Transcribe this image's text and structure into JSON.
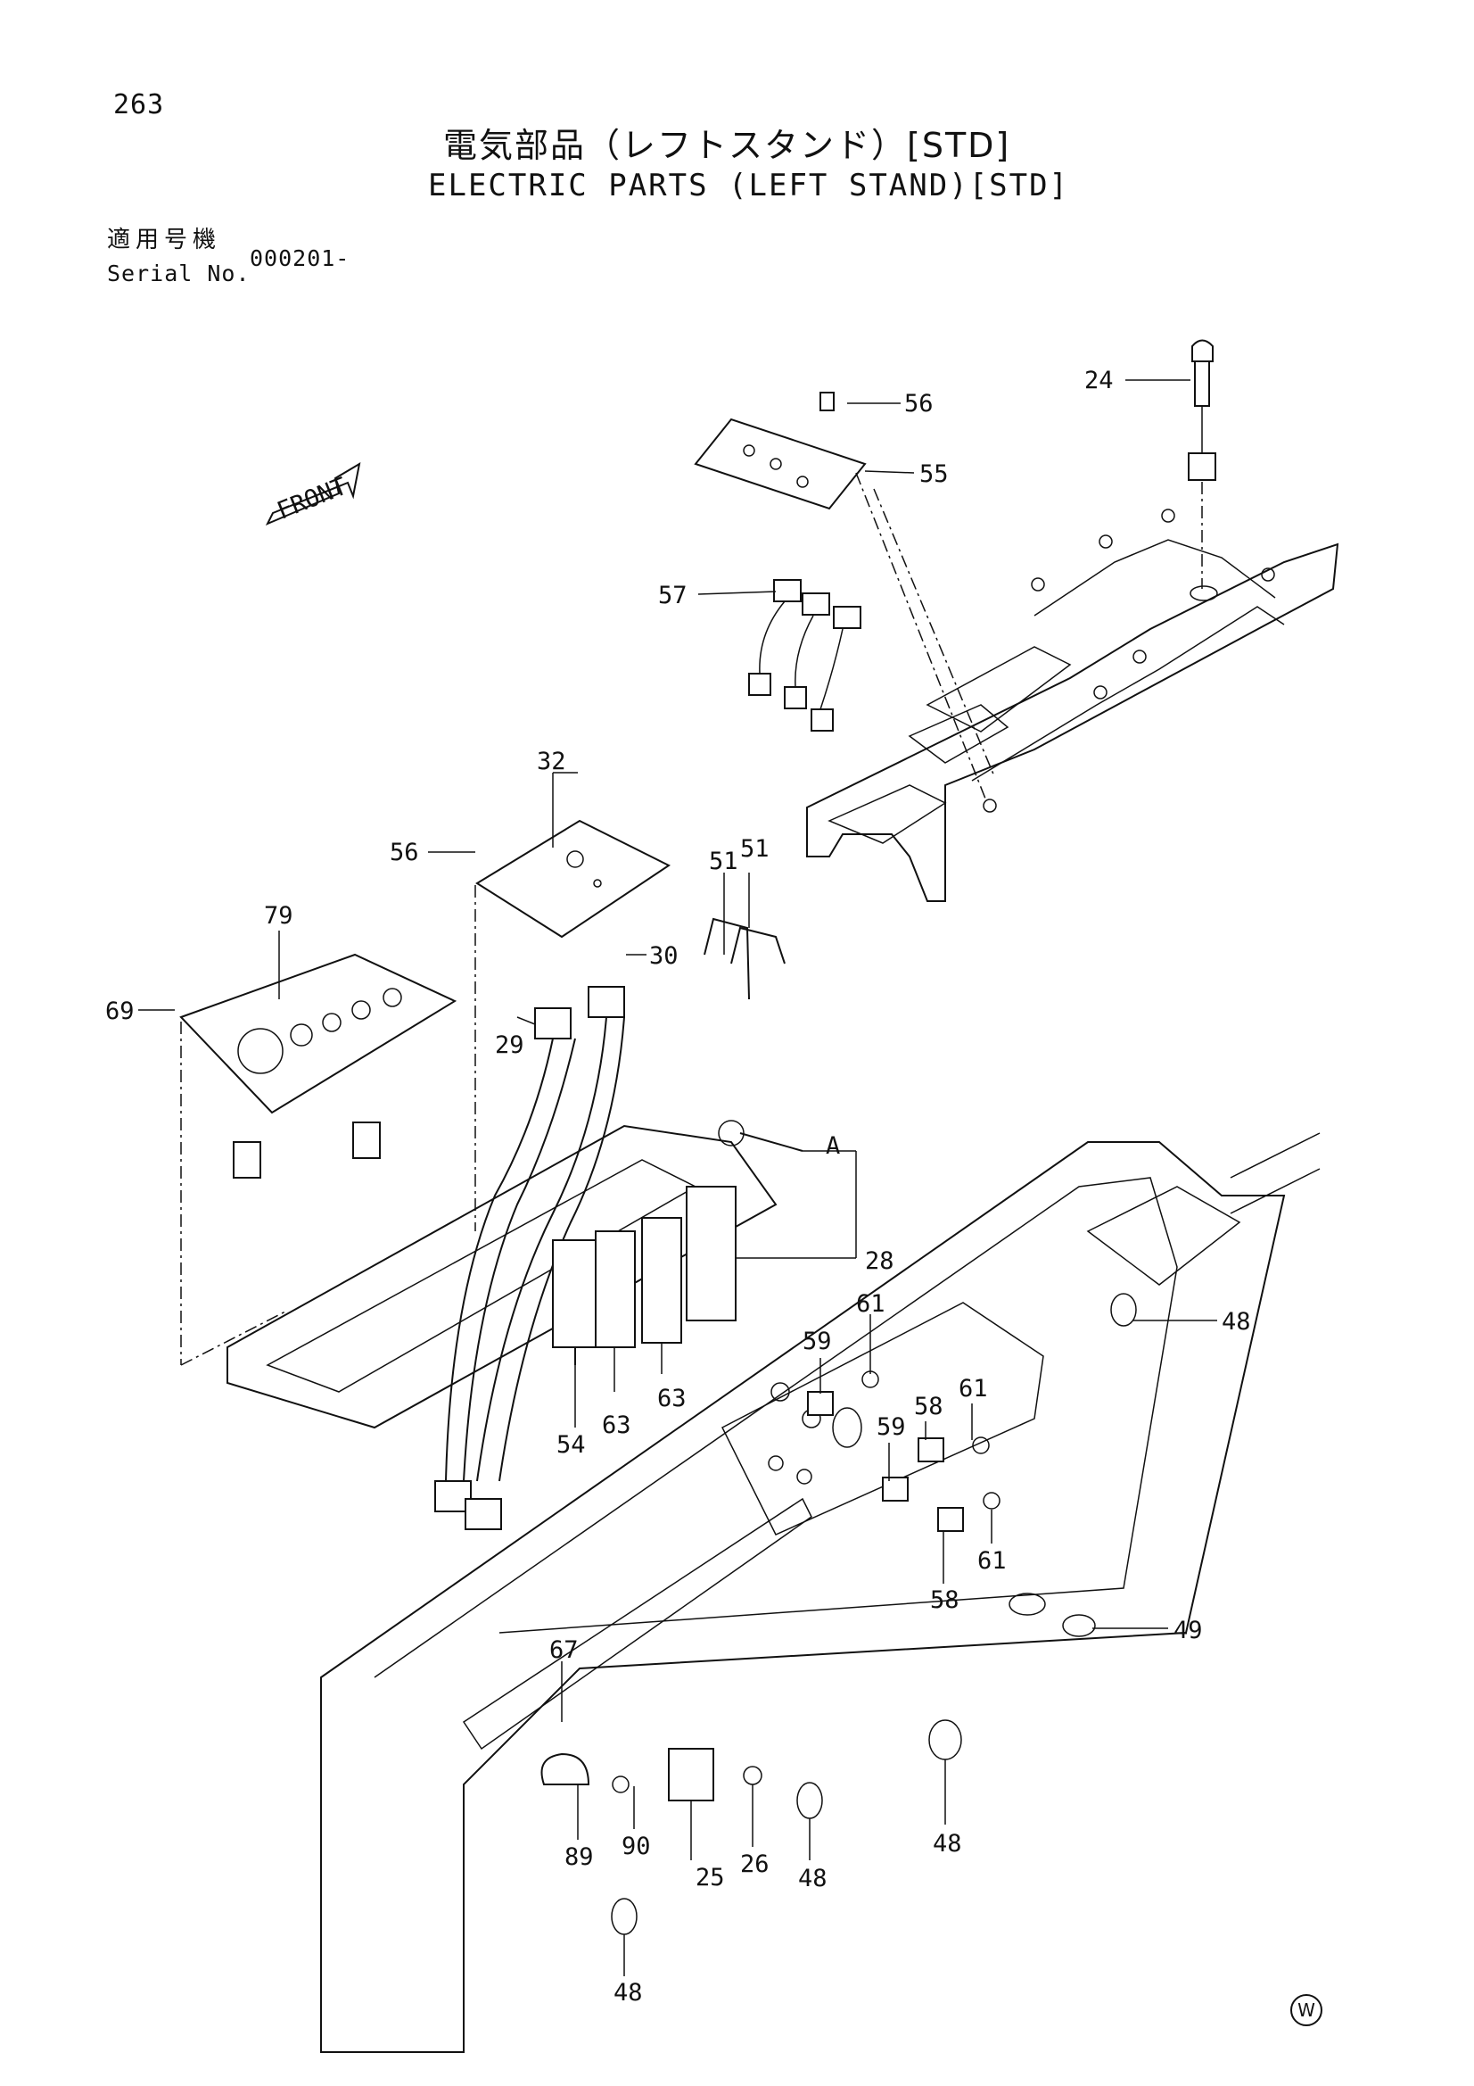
{
  "page_number": "263",
  "title_ja": "電気部品（レフトスタンド）[STD]",
  "title_en": "ELECTRIC PARTS (LEFT STAND)[STD]",
  "serial": {
    "label_ja": "適用号機",
    "label_en": "Serial No.",
    "value": "000201-"
  },
  "front_arrow_label": "FRONT",
  "watermark": "W",
  "callouts": [
    {
      "id": "c24",
      "text": "24"
    },
    {
      "id": "c56a",
      "text": "56"
    },
    {
      "id": "c55",
      "text": "55"
    },
    {
      "id": "c57",
      "text": "57"
    },
    {
      "id": "c32",
      "text": "32"
    },
    {
      "id": "c56b",
      "text": "56"
    },
    {
      "id": "c51a",
      "text": "51"
    },
    {
      "id": "c51b",
      "text": "51"
    },
    {
      "id": "c79",
      "text": "79"
    },
    {
      "id": "c30",
      "text": "30"
    },
    {
      "id": "c69",
      "text": "69"
    },
    {
      "id": "c29",
      "text": "29"
    },
    {
      "id": "cA",
      "text": "A"
    },
    {
      "id": "c28",
      "text": "28"
    },
    {
      "id": "c48a",
      "text": "48"
    },
    {
      "id": "c61a",
      "text": "61"
    },
    {
      "id": "c59a",
      "text": "59"
    },
    {
      "id": "c61b",
      "text": "61"
    },
    {
      "id": "c58a",
      "text": "58"
    },
    {
      "id": "c59b",
      "text": "59"
    },
    {
      "id": "c54",
      "text": "54"
    },
    {
      "id": "c63a",
      "text": "63"
    },
    {
      "id": "c63b",
      "text": "63"
    },
    {
      "id": "c61c",
      "text": "61"
    },
    {
      "id": "c58b",
      "text": "58"
    },
    {
      "id": "c49",
      "text": "49"
    },
    {
      "id": "c67",
      "text": "67"
    },
    {
      "id": "c48b",
      "text": "48"
    },
    {
      "id": "c89",
      "text": "89"
    },
    {
      "id": "c90",
      "text": "90"
    },
    {
      "id": "c25",
      "text": "25"
    },
    {
      "id": "c26",
      "text": "26"
    },
    {
      "id": "c48c",
      "text": "48"
    },
    {
      "id": "c48d",
      "text": "48"
    }
  ]
}
